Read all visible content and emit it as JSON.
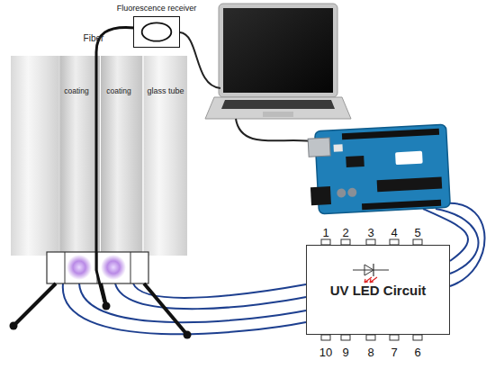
{
  "diagram": {
    "nodes": [
      {
        "text": [
          "Fluorescence receiver"
        ]
      },
      {
        "text": [
          "UV LED Circuit"
        ]
      }
    ],
    "labels": [
      "Fiber",
      "coating",
      "coating",
      "glass tube",
      "1",
      "2",
      "3",
      "4",
      "5",
      "10",
      "9",
      "8",
      "7",
      "6"
    ]
  }
}
